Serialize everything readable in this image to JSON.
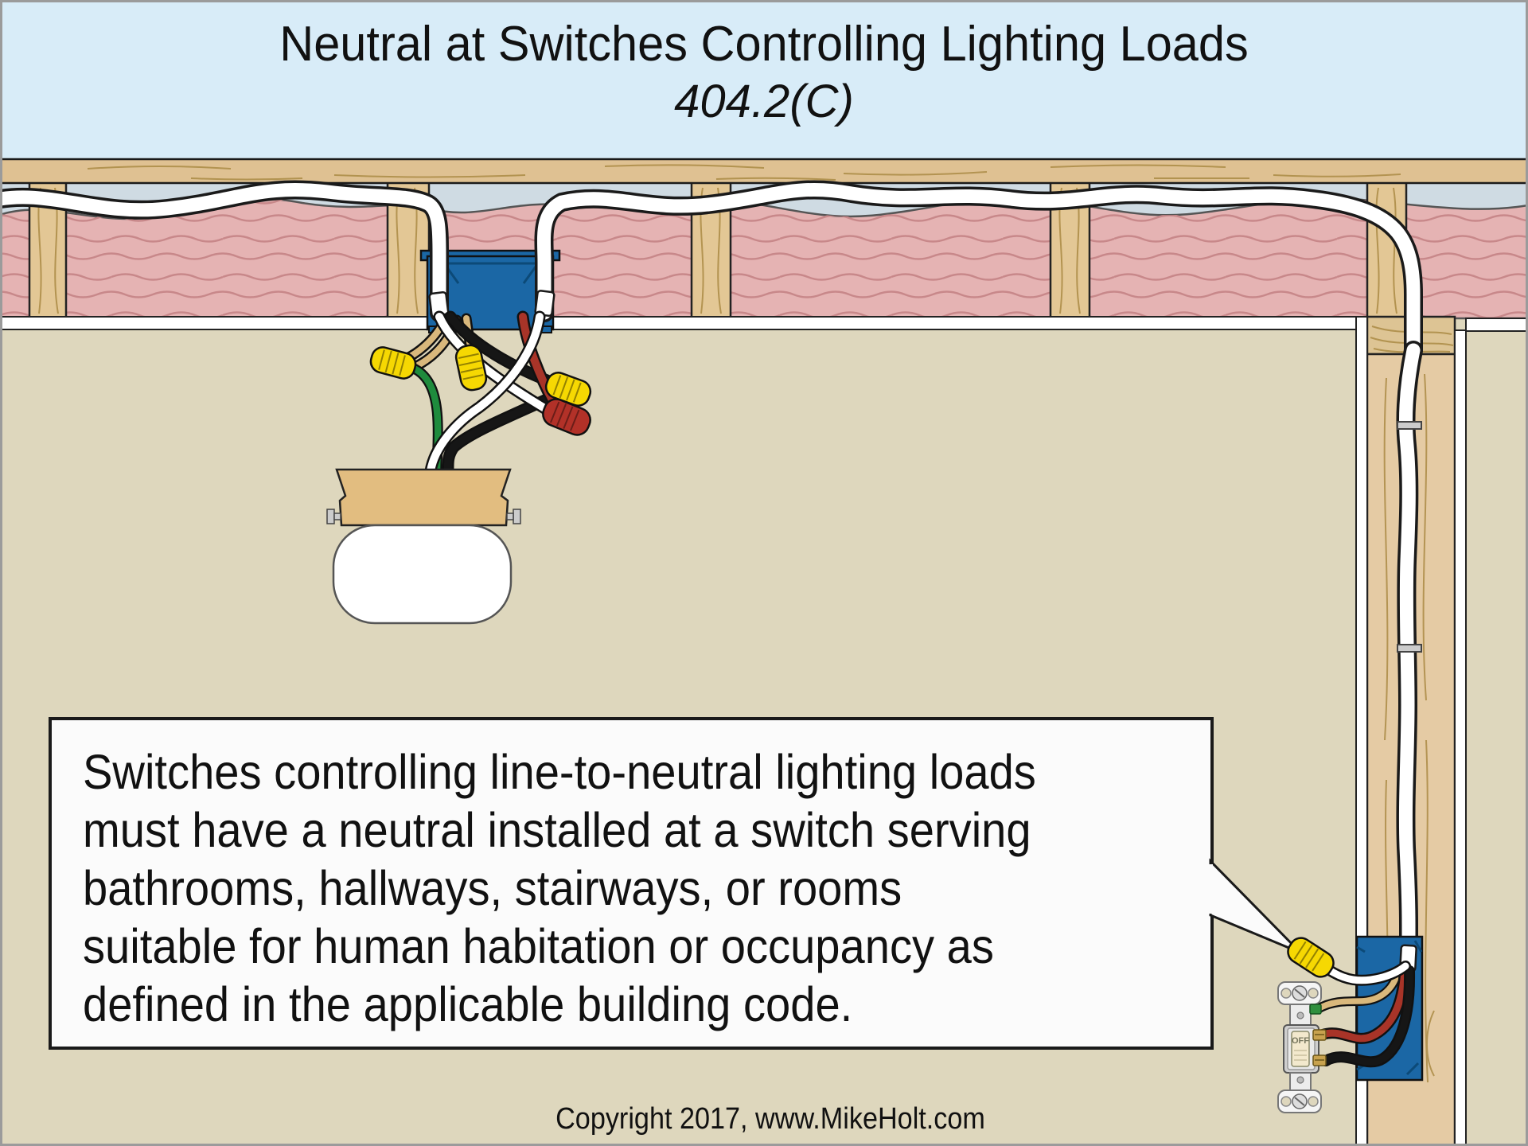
{
  "title": {
    "line1": "Neutral at Switches Controlling Lighting Loads",
    "line2": "404.2(C)"
  },
  "callout": {
    "lines": [
      "Switches controlling line-to-neutral lighting loads",
      "must have a neutral installed at a switch serving",
      "bathrooms, hallways, stairways, or rooms",
      "suitable for human habitation or occupancy as",
      "defined in the applicable building code."
    ]
  },
  "switch": {
    "toggle_label": "OFF"
  },
  "footer": {
    "copyright": "Copyright 2017, www.MikeHolt.com"
  },
  "colors": {
    "sky": "#d8ecf8",
    "airspace": "#cfdbe3",
    "insulation": "#e5b3b3",
    "insulation_line": "#c8888a",
    "wood_board": "#dfc192",
    "wood_joist": "#e3c795",
    "wood_stud": "#e5cba4",
    "wood_plate": "#ddc494",
    "wood_grain": "#ab8b45",
    "drywall": "#ffffff",
    "room": "#ded7bd",
    "box_blue": "#1b67a5",
    "box_blue_dark": "#0c4a78",
    "wire_black": "#161616",
    "wire_red": "#a83428",
    "wire_tan": "#d9b87c",
    "wire_green": "#1f8b3d",
    "nut_yellow": "#f6d802",
    "nut_red": "#b23128",
    "canopy_tan": "#e2bd80",
    "toggle_ivory": "#f3e9cd",
    "brass": "#c8a24e",
    "bubble_bg": "#fbfbfb",
    "text": "#111111"
  }
}
